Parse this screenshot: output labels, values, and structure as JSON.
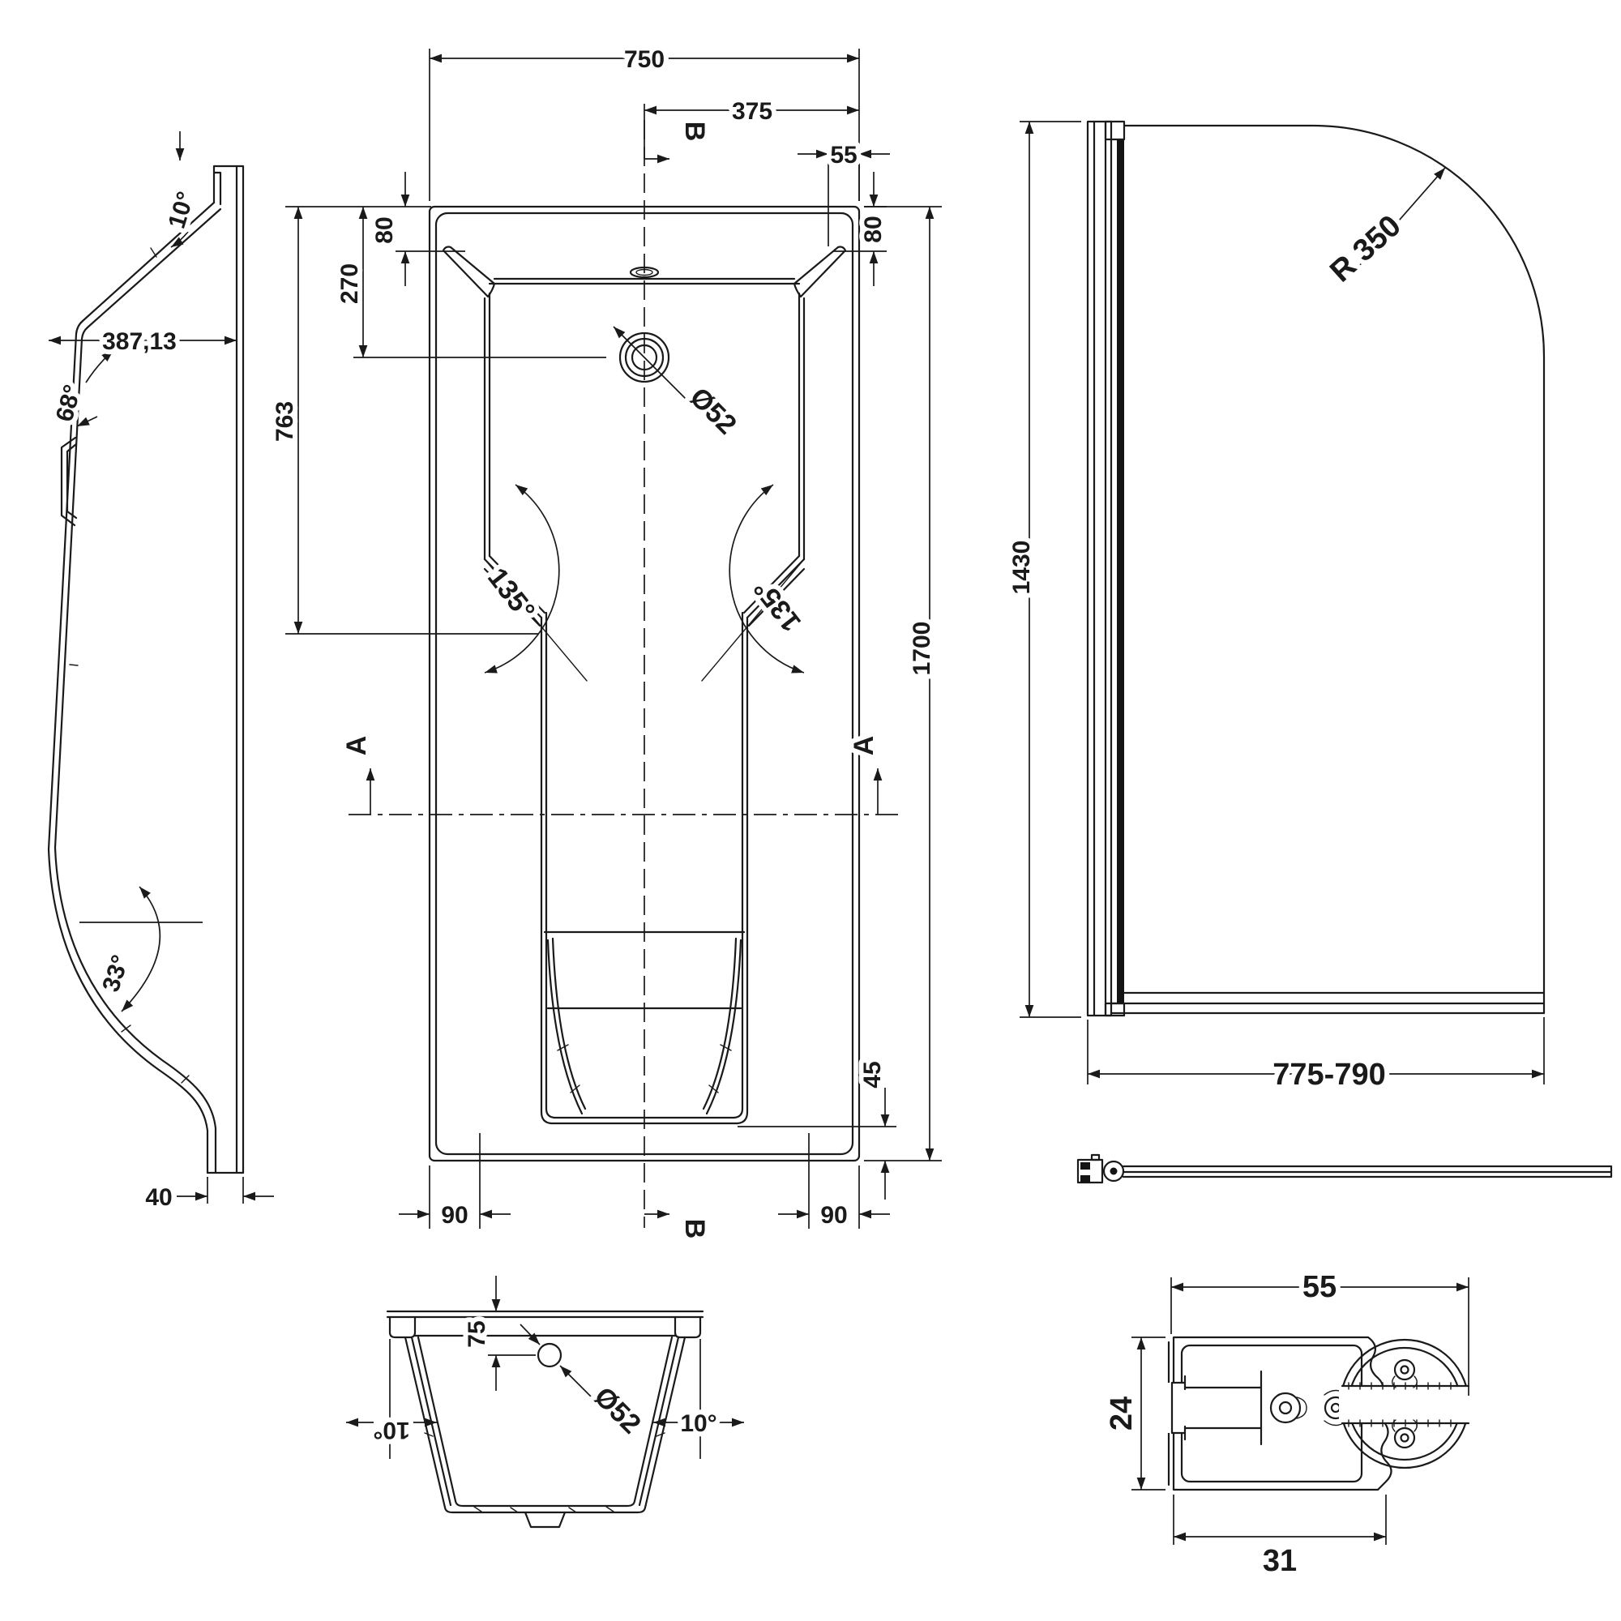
{
  "drawing": {
    "background_color": "#ffffff",
    "line_color": "#1a1a1a",
    "side_view": {
      "top_angle": "10°",
      "depth": "387,13",
      "back_angle": "68°",
      "bottom_angle": "33°",
      "foot_width": "40"
    },
    "plan_view": {
      "width_overall": "750",
      "width_half": "375",
      "rim_right": "55",
      "rim_top_left": "80",
      "rim_top_right": "80",
      "drain_offset": "270",
      "shoulder_offset": "763",
      "length_overall": "1700",
      "drain_diameter": "Ø52",
      "corner_angle_left": "135°",
      "corner_angle_right": "135°",
      "ledge_bottom": "45",
      "foot_inset_left": "90",
      "foot_inset_right": "90",
      "section_a_left": "A",
      "section_a_right": "A",
      "section_b_top": "B",
      "section_b_bottom": "B"
    },
    "screen_view": {
      "height": "1430",
      "corner_radius": "R 350",
      "width_range": "775-790"
    },
    "section_view": {
      "overflow_depth": "75",
      "overflow_diameter": "Ø52",
      "draft_angle_left": "10°",
      "draft_angle_right": "10°"
    },
    "profile_detail": {
      "width": "55",
      "height": "24",
      "slot_width": "31"
    }
  }
}
